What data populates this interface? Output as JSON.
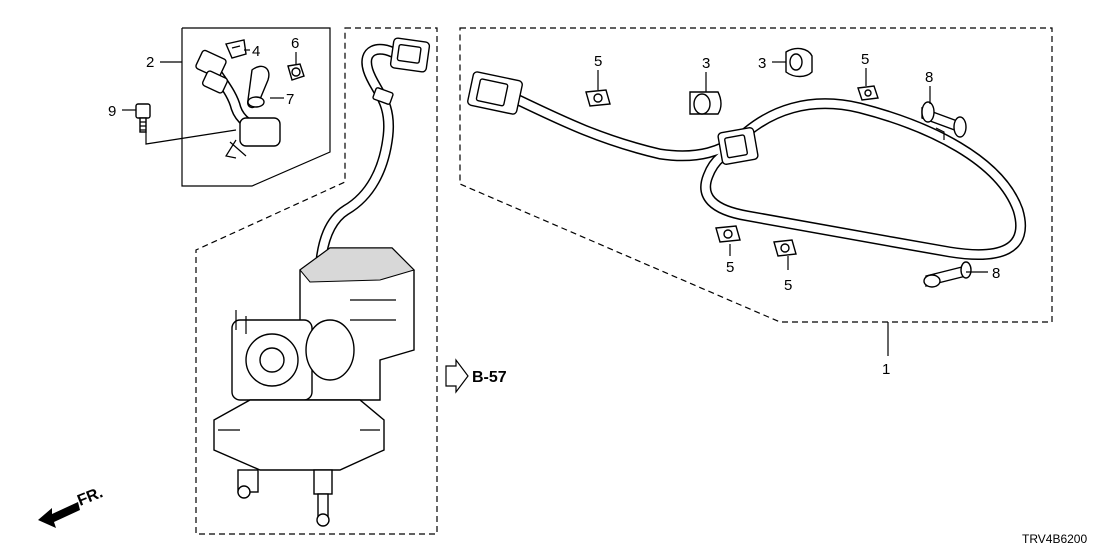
{
  "diagram": {
    "callouts": {
      "c1": "1",
      "c2": "2",
      "c3a": "3",
      "c3b": "3",
      "c4": "4",
      "c5a": "5",
      "c5b": "5",
      "c5c": "5",
      "c5d": "5",
      "c6": "6",
      "c7": "7",
      "c8a": "8",
      "c8b": "8",
      "c9": "9"
    },
    "reference": "B-57",
    "direction": "FR.",
    "diagram_code": "TRV4B6200"
  }
}
